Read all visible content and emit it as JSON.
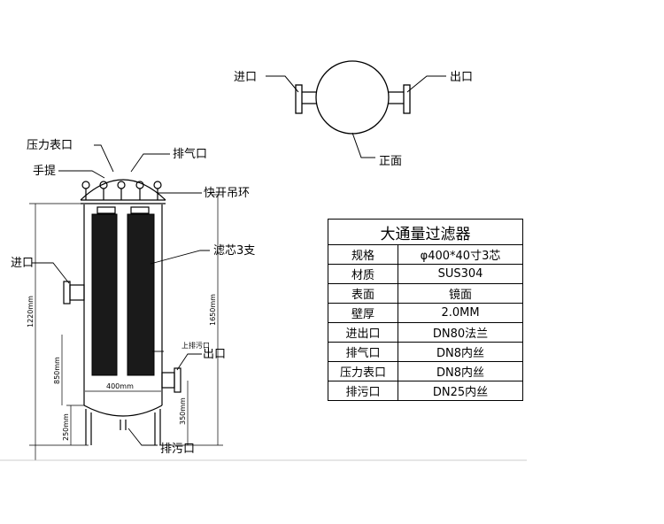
{
  "plan_view": {
    "inlet_label": "进口",
    "outlet_label": "出口",
    "front_label": "正面"
  },
  "side_view": {
    "pressure_gauge_label": "压力表口",
    "vent_label": "排气口",
    "handle_label": "手提",
    "quick_ring_label": "快开吊环",
    "cartridge_label": "滤芯3支",
    "inlet_label": "进口",
    "outlet_label": "出口",
    "upper_drain_label": "上排污口",
    "drain_label": "排污口",
    "dim_1220": "1220mm",
    "dim_1650": "1650mm",
    "dim_850": "850mm",
    "dim_400": "400mm",
    "dim_350": "350mm",
    "dim_250": "250mm"
  },
  "spec_table": {
    "title": "大通量过滤器",
    "rows": [
      {
        "key": "规格",
        "value": "φ400*40寸3芯"
      },
      {
        "key": "材质",
        "value": "SUS304"
      },
      {
        "key": "表面",
        "value": "镜面"
      },
      {
        "key": "壁厚",
        "value": "2.0MM"
      },
      {
        "key": "进出口",
        "value": "DN80法兰"
      },
      {
        "key": "排气口",
        "value": "DN8内丝"
      },
      {
        "key": "压力表口",
        "value": "DN8内丝"
      },
      {
        "key": "排污口",
        "value": "DN25内丝"
      }
    ]
  }
}
